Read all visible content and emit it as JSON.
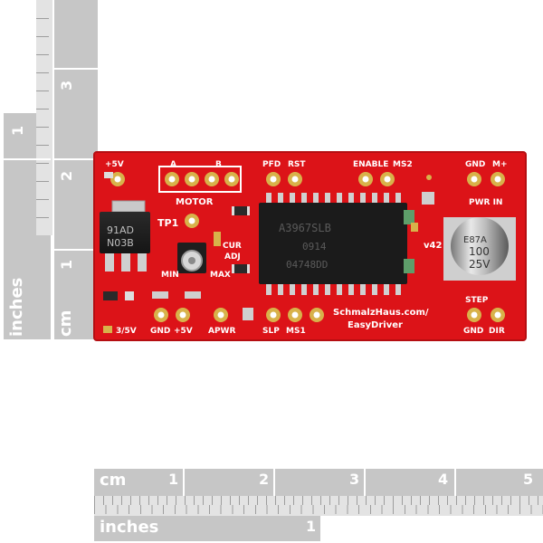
{
  "ruler_left": {
    "unit_cm": "cm",
    "unit_inches": "inches",
    "cm_marks": [
      "1",
      "2",
      "3"
    ],
    "inch_marks": [
      "1"
    ]
  },
  "ruler_bottom": {
    "unit_cm": "cm",
    "unit_inches": "inches",
    "cm_marks": [
      "1",
      "2",
      "3",
      "4",
      "5"
    ],
    "inch_marks": [
      "1"
    ]
  },
  "board": {
    "labels": {
      "plus5v_top": "+5V",
      "a": "A",
      "b": "B",
      "pfd": "PFD",
      "rst": "RST",
      "enable": "ENABLE",
      "ms2": "MS2",
      "gnd_top": "GND",
      "m_plus": "M+",
      "motor": "MOTOR",
      "tp1": "TP1",
      "cur": "CUR",
      "adj": "ADJ",
      "min": "MIN",
      "max": "MAX",
      "pwr_in": "PWR IN",
      "v42": "v42",
      "step": "STEP",
      "v33_5v": "3/5V",
      "gnd_bottom": "GND",
      "plus5v_bottom": "+5V",
      "apwr": "APWR",
      "slp": "SLP",
      "ms1": "MS1",
      "gnd_step": "GND",
      "dir": "DIR",
      "url": "SchmalzHaus.com/",
      "name": "EasyDriver"
    },
    "chip_text": {
      "line1": "A3967SLB",
      "line2": "0914",
      "line3": "04748DD"
    },
    "regulator_text": {
      "line1": "91AD",
      "line2": "N03B"
    },
    "capacitor_text": {
      "line1": "E87A",
      "line2": "100",
      "line3": "25V"
    },
    "colors": {
      "pcb": "#e0141a",
      "silkscreen": "#ffffff",
      "gold": "#d8b24a",
      "chip": "#1a1a1a",
      "ruler": "#c6c6c6"
    }
  }
}
